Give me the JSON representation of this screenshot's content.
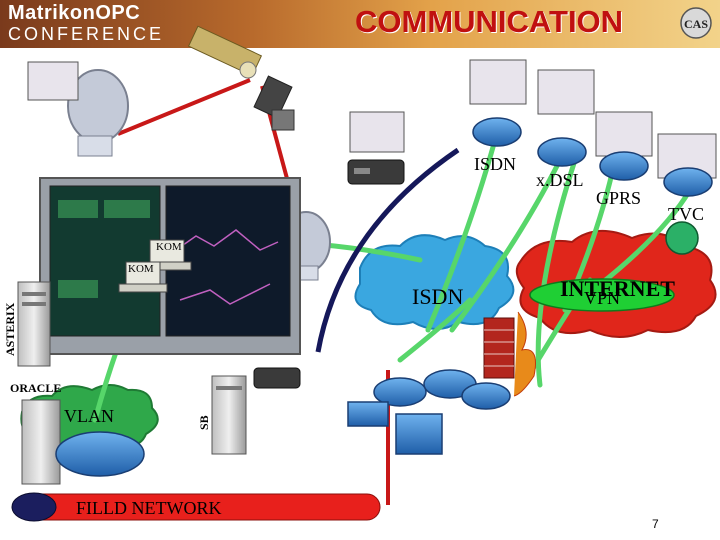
{
  "header": {
    "logo_line1": "MatrikonOPC",
    "logo_line2": "CONFERENCE",
    "title": "COMMUNICATION",
    "badge_text": "CAS"
  },
  "labels": {
    "isdn_top": "ISDN",
    "xdsl": "x.DSL",
    "gprs": "GPRS",
    "tvc": "TVC",
    "isdn_cloud": "ISDN",
    "vpn": "VPN",
    "internet": "INTERNET",
    "kom1": "KOM",
    "kom2": "KOM",
    "asterix": "ASTERIX",
    "oracle": "ORACLE",
    "vlan": "VLAN",
    "sb": "SB",
    "field_network": "FILLD NETWORK",
    "page_number": "7"
  },
  "colors": {
    "green_cloud": "#2fa84a",
    "red_cloud": "#e0261b",
    "blue_cloud": "#3aa7e0",
    "link_green": "#57d66a",
    "link_red": "#c81818",
    "link_navy": "#15185a",
    "field_bar": "#e8201c",
    "router_blue": "#2e74c7"
  }
}
